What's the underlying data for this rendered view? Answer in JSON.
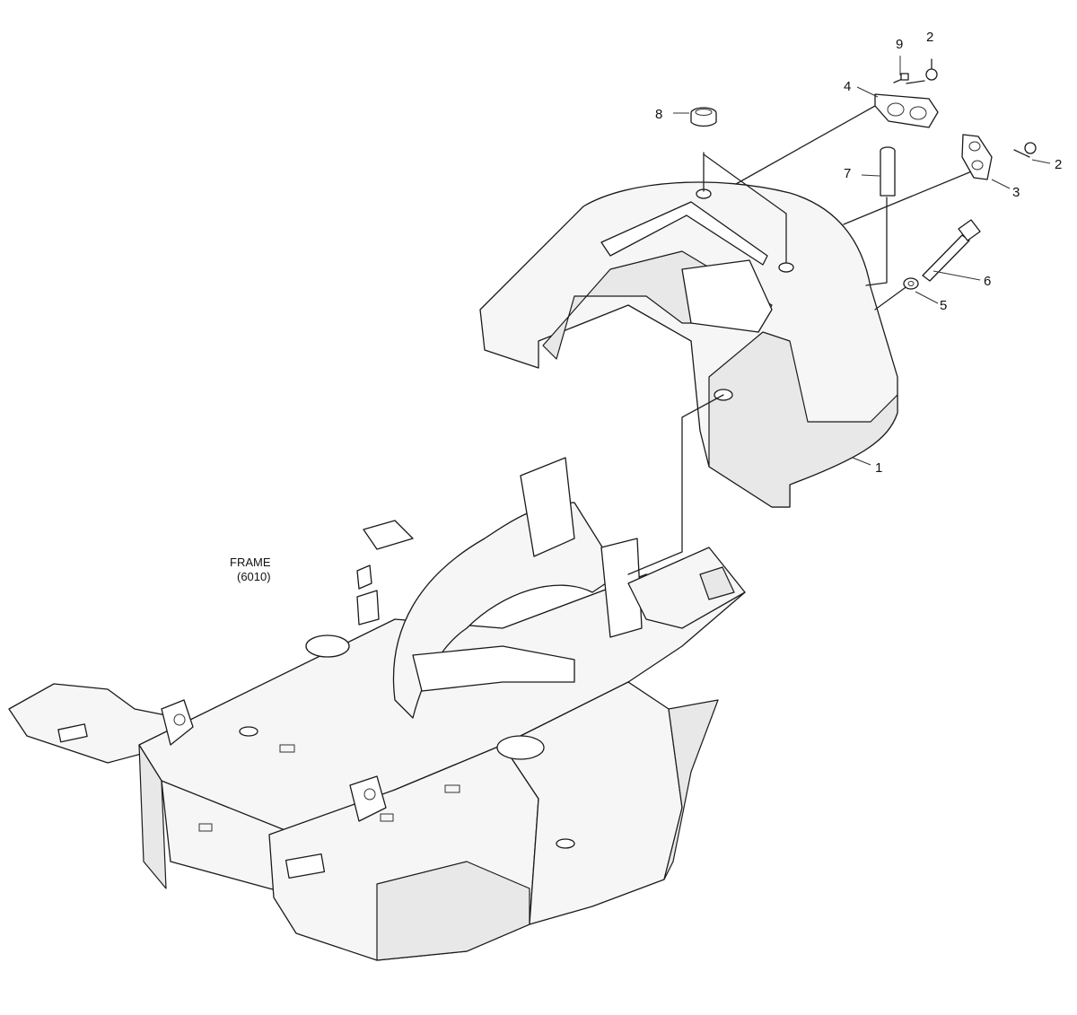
{
  "frame_label": "FRAME",
  "frame_ref": "(6010)",
  "callouts": {
    "c1": "1",
    "c2a": "2",
    "c2b": "2",
    "c3": "3",
    "c4": "4",
    "c5": "5",
    "c6": "6",
    "c7": "7",
    "c8": "8",
    "c9": "9"
  }
}
